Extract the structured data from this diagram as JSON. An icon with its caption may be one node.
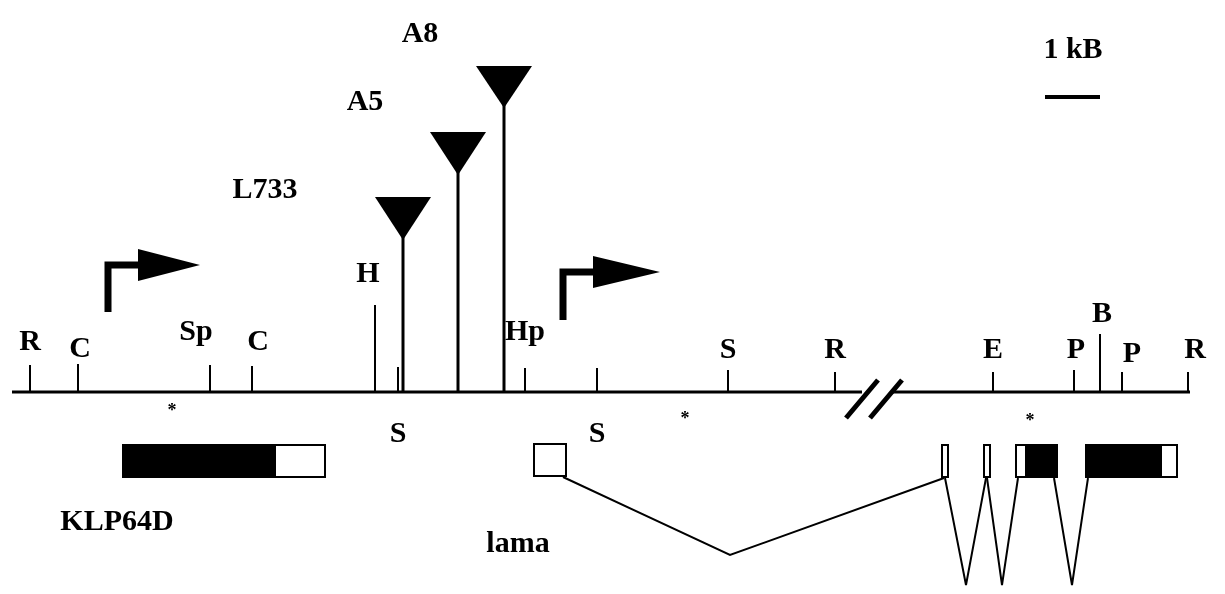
{
  "diagram": {
    "nodes": [
      {
        "text": [],
        "shape": "bar"
      },
      {
        "text": [],
        "shape": "box"
      },
      {
        "text": [],
        "shape": "bar"
      },
      {
        "text": [],
        "shape": "bar"
      },
      {
        "text": [],
        "shape": "bar"
      },
      {
        "text": [],
        "shape": "bar"
      }
    ],
    "edges": [
      {
        "from": 1,
        "to": 2,
        "arrow": "none"
      },
      {
        "from": 2,
        "to": 3,
        "arrow": "none"
      },
      {
        "from": 3,
        "to": 4,
        "arrow": "none"
      },
      {
        "from": 4,
        "to": 5,
        "arrow": "none"
      }
    ],
    "labels": [
      "A8",
      "1 kB",
      "A5",
      "L733",
      "H",
      "B",
      "R",
      "C",
      "Sp",
      "C",
      "Hp",
      "S",
      "R",
      "E",
      "P",
      "P",
      "R",
      "*",
      "S",
      "S",
      "*",
      "*",
      "KLP64D",
      "lama"
    ]
  }
}
